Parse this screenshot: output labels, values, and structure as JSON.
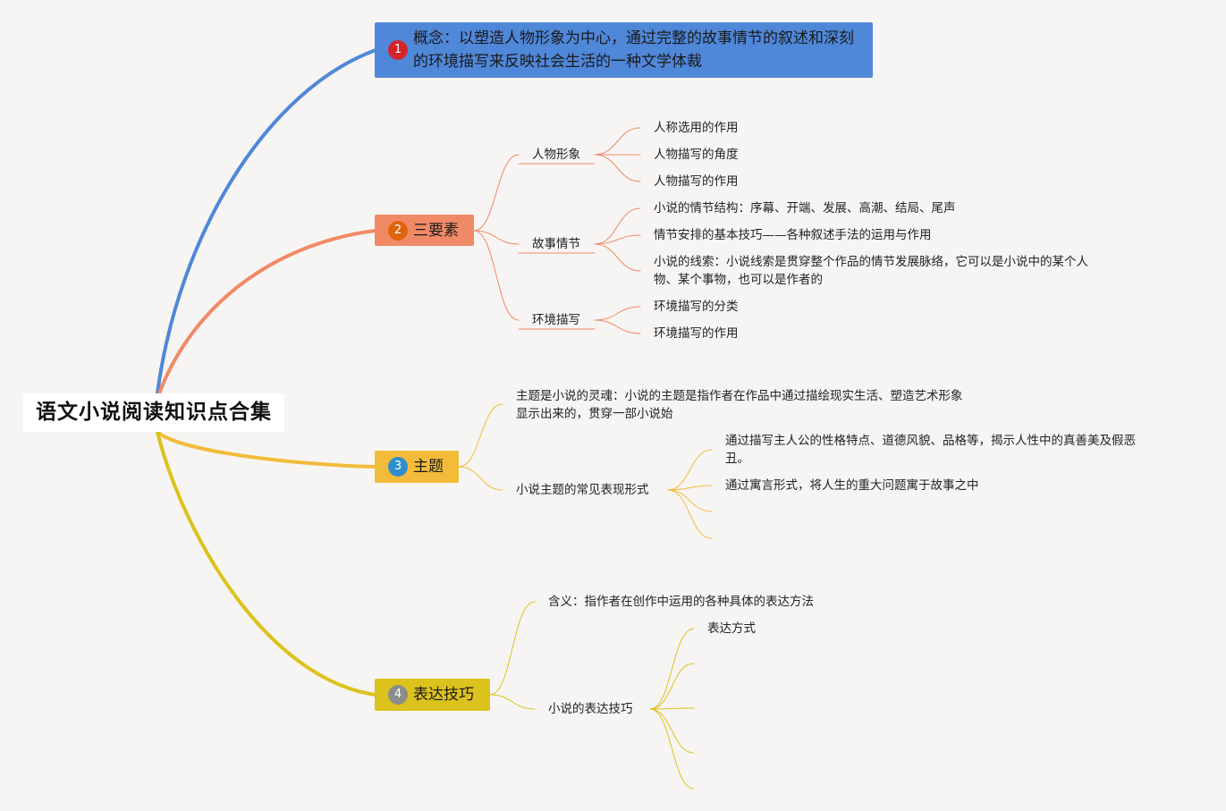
{
  "root": {
    "title": "语文小说阅读知识点合集"
  },
  "branches": [
    {
      "id": "1",
      "number": "1",
      "label": "概念：以塑造人物形象为中心，通过完整的故事情节的叙述和深刻的环境描写来反映社会生活的一种文学体裁",
      "color": "#4f87d9"
    },
    {
      "id": "2",
      "number": "2",
      "label": "三要素",
      "color": "#f08a66",
      "children": [
        {
          "label": "人物形象",
          "children": [
            "人称选用的作用",
            "人物描写的角度",
            "人物描写的作用"
          ]
        },
        {
          "label": "故事情节",
          "children": [
            "小说的情节结构：序幕、开端、发展、高潮、结局、尾声",
            "情节安排的基本技巧——各种叙述手法的运用与作用",
            "小说的线索：小说线索是贯穿整个作品的情节发展脉络，它可以是小说中的某个人物、某个事物，也可以是作者的"
          ]
        },
        {
          "label": "环境描写",
          "children": [
            "环境描写的分类",
            "环境描写的作用"
          ]
        }
      ]
    },
    {
      "id": "3",
      "number": "3",
      "label": "主题",
      "color": "#f2bc3a",
      "children": [
        {
          "label": "主题是小说的灵魂：小说的主题是指作者在作品中通过描绘现实生活、塑造艺术形象显示出来的，贯穿一部小说始"
        },
        {
          "label": "小说主题的常见表现形式",
          "children": [
            "通过描写主人公的性格特点、道德风貌、品格等，揭示人性中的真善美及假恶丑。",
            "通过寓言形式，将人生的重大问题寓于故事之中",
            "",
            ""
          ]
        }
      ]
    },
    {
      "id": "4",
      "number": "4",
      "label": "表达技巧",
      "color": "#dcc21c",
      "children": [
        {
          "label": "含义：指作者在创作中运用的各种具体的表达方法"
        },
        {
          "label": "小说的表达技巧",
          "children": [
            "表达方式",
            "",
            "",
            "",
            ""
          ]
        }
      ]
    }
  ]
}
